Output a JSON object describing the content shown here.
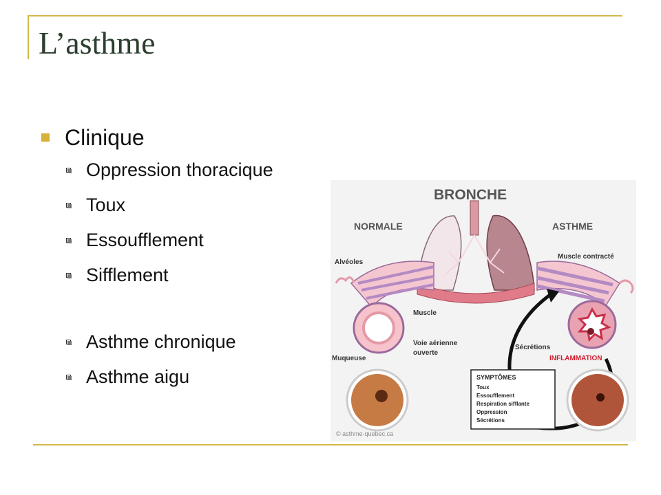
{
  "slide": {
    "title": "L’asthme",
    "section": "Clinique",
    "symptoms": [
      "Oppression thoracique",
      "Toux",
      "Essoufflement",
      "Sifflement"
    ],
    "forms": [
      "Asthme chronique",
      "Asthme aigu"
    ],
    "colors": {
      "accent": "#d4b94a",
      "bullet": "#d9b03a"
    }
  },
  "illustration": {
    "title": "BRONCHE",
    "label_normal": "NORMALE",
    "label_asthma": "ASTHME",
    "alveoles": "Alvéoles",
    "muscle": "Muscle",
    "muqueuse": "Muqueuse",
    "voie_line1": "Voie aérienne",
    "voie_line2": "ouverte",
    "muscle_contracte": "Muscle contracté",
    "secretions": "Sécrétions",
    "inflammation": "INFLAMMATION",
    "symptomes_title": "SYMPTÔMES",
    "symptomes_list": [
      "Toux",
      "Essoufflement",
      "Respiration sifflante",
      "Oppression",
      "Sécrétions"
    ],
    "credit": "© asthme-quebec.ca"
  }
}
